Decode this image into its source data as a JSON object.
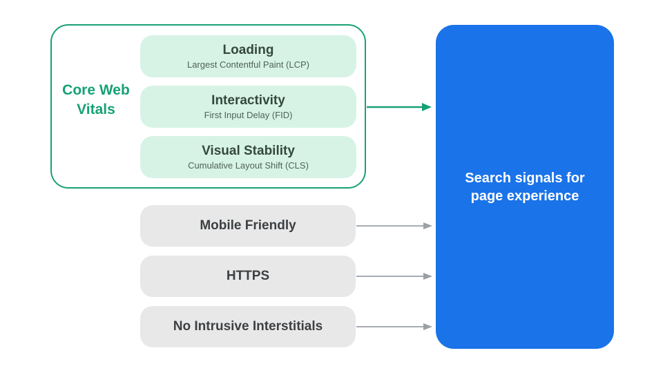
{
  "colors": {
    "green": "#17a076",
    "green-light": "#d7f3e6",
    "green-title": "#34483f",
    "green-subtitle": "#4e6259",
    "blue": "#1a73e8",
    "gray-box": "#e8e8e8",
    "gray-text": "#3c4043",
    "gray-arrow": "#9aa0a6",
    "background": "#ffffff",
    "result-text": "#ffffff"
  },
  "core_web_vitals": {
    "label": "Core Web Vitals",
    "items": [
      {
        "title": "Loading",
        "subtitle": "Largest Contentful Paint (LCP)"
      },
      {
        "title": "Interactivity",
        "subtitle": "First Input Delay (FID)"
      },
      {
        "title": "Visual Stability",
        "subtitle": "Cumulative Layout Shift (CLS)"
      }
    ]
  },
  "other_signals": [
    {
      "label": "Mobile Friendly"
    },
    {
      "label": "HTTPS"
    },
    {
      "label": "No Intrusive Interstitials"
    }
  ],
  "result": {
    "label": "Search signals for page experience"
  }
}
